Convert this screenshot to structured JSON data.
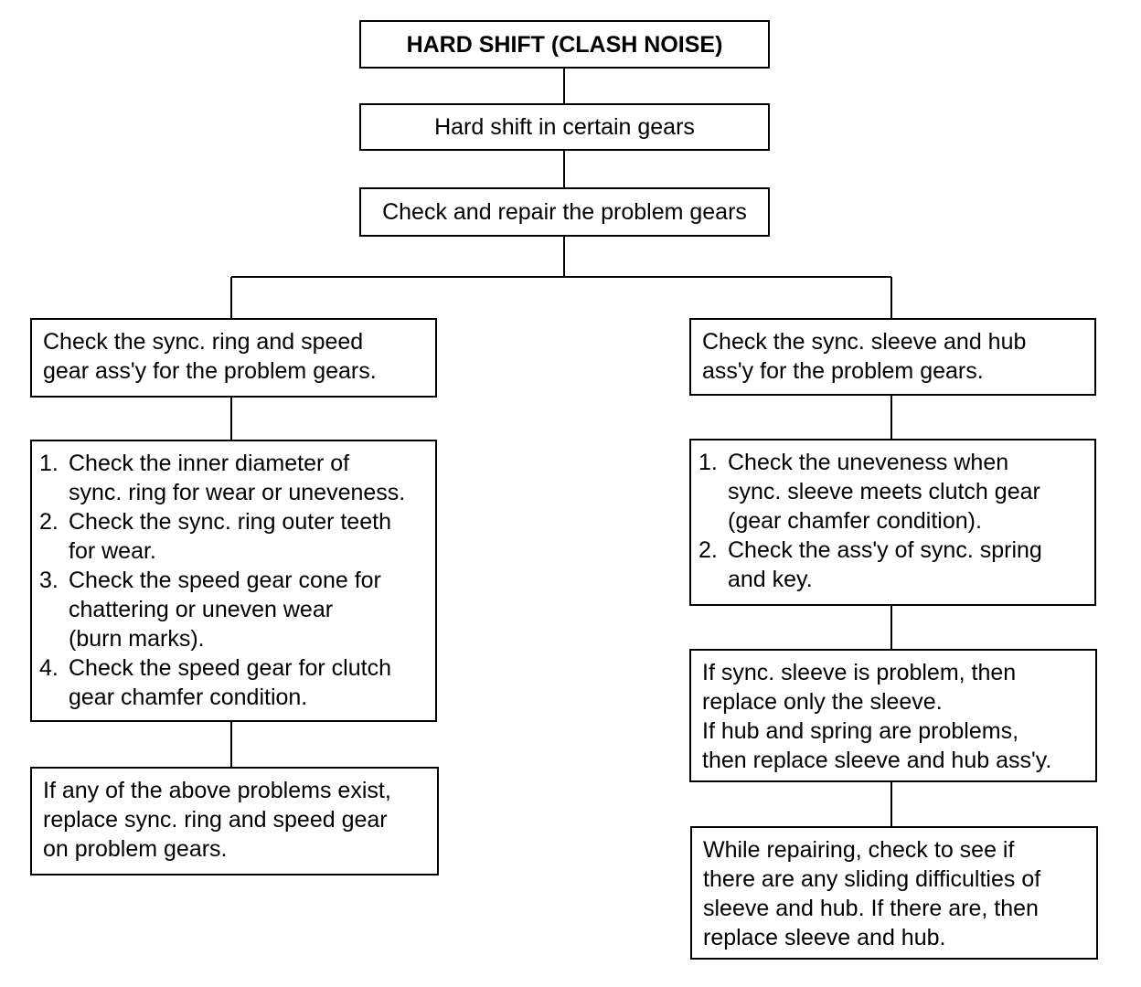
{
  "title": "HARD SHIFT (CLASH NOISE)",
  "step1": "Hard shift in certain gears",
  "step2": "Check and repair the problem gears",
  "left": {
    "check": [
      "Check the sync. ring and speed",
      "gear ass'y for the problem gears."
    ],
    "items": [
      {
        "num": "1.",
        "lines": [
          "Check the inner diameter of",
          "sync. ring for wear or uneveness."
        ]
      },
      {
        "num": "2.",
        "lines": [
          "Check the sync. ring outer teeth",
          "for wear."
        ]
      },
      {
        "num": "3.",
        "lines": [
          "Check the speed gear cone for",
          "chattering or uneven wear",
          "(burn marks)."
        ]
      },
      {
        "num": "4.",
        "lines": [
          "Check the speed gear for clutch",
          "gear chamfer condition."
        ]
      }
    ],
    "action": [
      "If any of the above problems exist,",
      "replace sync. ring and speed gear",
      "on problem gears."
    ]
  },
  "right": {
    "check": [
      "Check the sync. sleeve and hub",
      "ass'y for the problem gears."
    ],
    "items": [
      {
        "num": "1.",
        "lines": [
          "Check the uneveness when",
          "sync. sleeve meets clutch gear",
          "(gear chamfer condition)."
        ]
      },
      {
        "num": "2.",
        "lines": [
          "Check the ass'y of sync.  spring",
          "and key."
        ]
      }
    ],
    "action": [
      "If sync. sleeve is problem, then",
      "replace only the sleeve.",
      "If hub and spring are problems,",
      "then replace sleeve and hub ass'y."
    ],
    "final": [
      "While repairing, check to see if",
      "there are any sliding difficulties of",
      "sleeve and hub. If there are, then",
      "replace sleeve and hub."
    ]
  }
}
